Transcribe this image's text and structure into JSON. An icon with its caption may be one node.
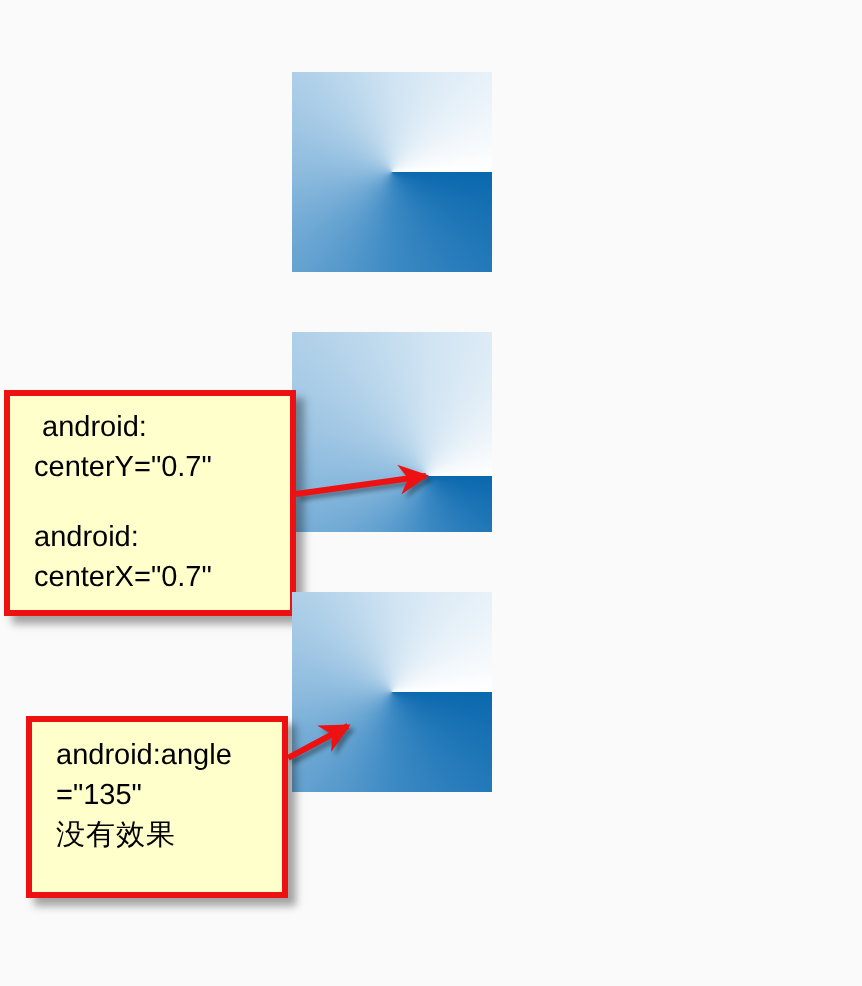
{
  "diagram": {
    "nodes": [
      {
        "text": [],
        "shape": "box"
      },
      {
        "text": [],
        "shape": "box"
      },
      {
        "text": [
          " android: centerY=\"0.7\"",
          "android: centerX=\"0.7\""
        ]
      },
      {
        "text": [],
        "shape": "box"
      },
      {
        "text": [
          "android:angle=\"135\"",
          "没有效果"
        ]
      }
    ],
    "edges": [
      {
        "from": 2,
        "to": 1,
        "arrow": "to"
      },
      {
        "from": 4,
        "to": 3,
        "arrow": "to"
      }
    ]
  }
}
